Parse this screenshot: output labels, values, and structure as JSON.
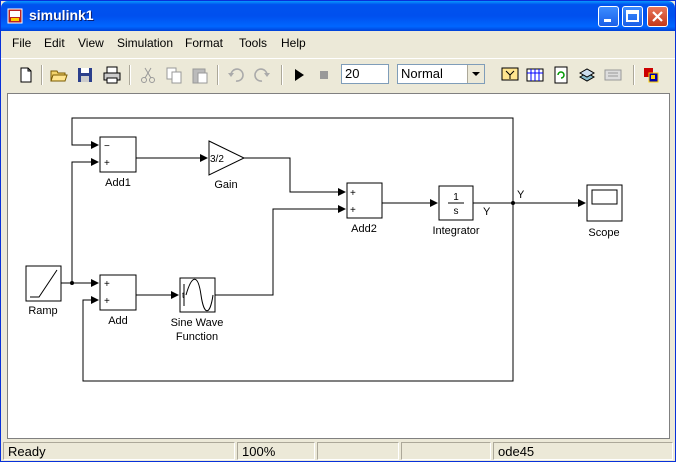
{
  "window": {
    "title": "simulink1"
  },
  "menu": [
    "File",
    "Edit",
    "View",
    "Simulation",
    "Format",
    "Tools",
    "Help"
  ],
  "toolbar": {
    "icons": [
      "new-icon",
      "open-icon",
      "save-icon",
      "print-icon",
      "cut-icon",
      "copy-icon",
      "paste-icon",
      "undo-icon",
      "redo-icon",
      "play-icon",
      "stop-icon",
      "build-icon",
      "library-icon",
      "update-icon",
      "model-explorer-icon",
      "debugger-icon",
      "simulink-library-icon"
    ],
    "stop_time": "20",
    "sim_mode": "Normal"
  },
  "blocks": {
    "ramp": "Ramp",
    "add1": "Add1",
    "add": "Add",
    "gain": "Gain",
    "gain_value": "3/2",
    "sine_line1": "Sine Wave",
    "sine_line2": "Function",
    "add2": "Add2",
    "integrator": "Integrator",
    "integrator_num": "1",
    "integrator_den": "s",
    "scope": "Scope",
    "signal_y": "Y",
    "signal_y_out": "Y"
  },
  "ports": {
    "minus": "−",
    "plus": "+"
  },
  "status": {
    "left": "Ready",
    "zoom": "100%",
    "solver": "ode45"
  },
  "colors": {
    "titlebar": "#0054e3",
    "canvas": "#ffffff",
    "chrome": "#ece9d8"
  }
}
